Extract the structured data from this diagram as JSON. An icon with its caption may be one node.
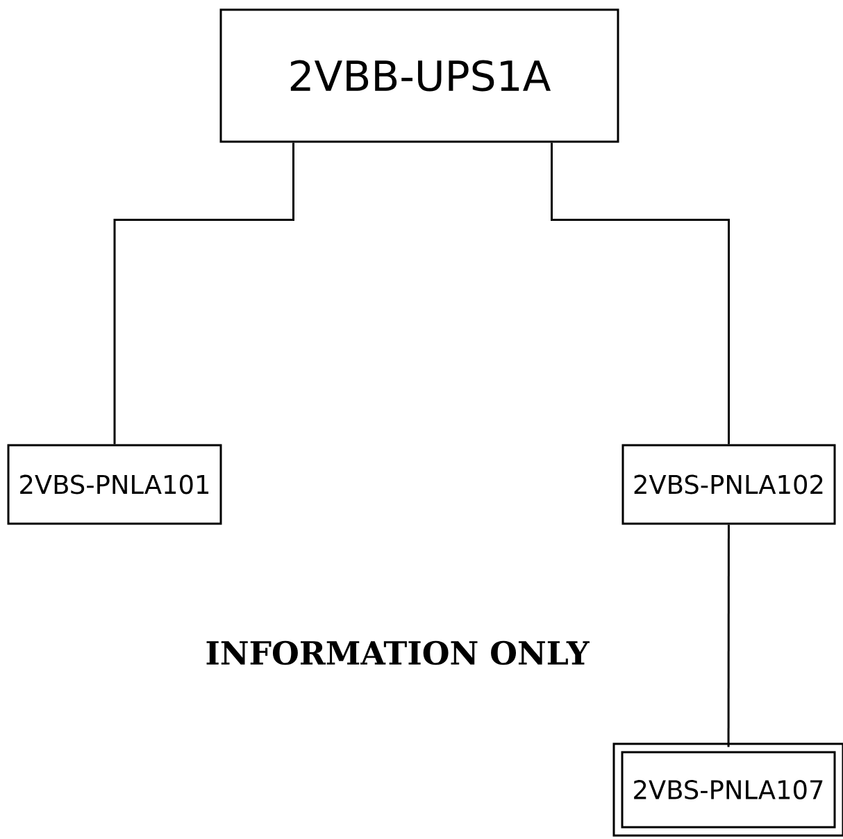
{
  "diagram": {
    "nodes": [
      {
        "text": [
          "2VBB-UPS1A"
        ]
      },
      {
        "text": [
          "2VBS-PNLA101"
        ]
      },
      {
        "text": [
          "2VBS-PNLA102"
        ]
      },
      {
        "text": [
          "2VBS-PNLA107"
        ]
      }
    ],
    "edges": [
      {
        "from": 0,
        "to": 1,
        "arrow": "none"
      },
      {
        "from": 0,
        "to": 2,
        "arrow": "none"
      },
      {
        "from": 2,
        "to": 3,
        "arrow": "none"
      }
    ],
    "labels": [
      "INFORMATION ONLY"
    ]
  }
}
